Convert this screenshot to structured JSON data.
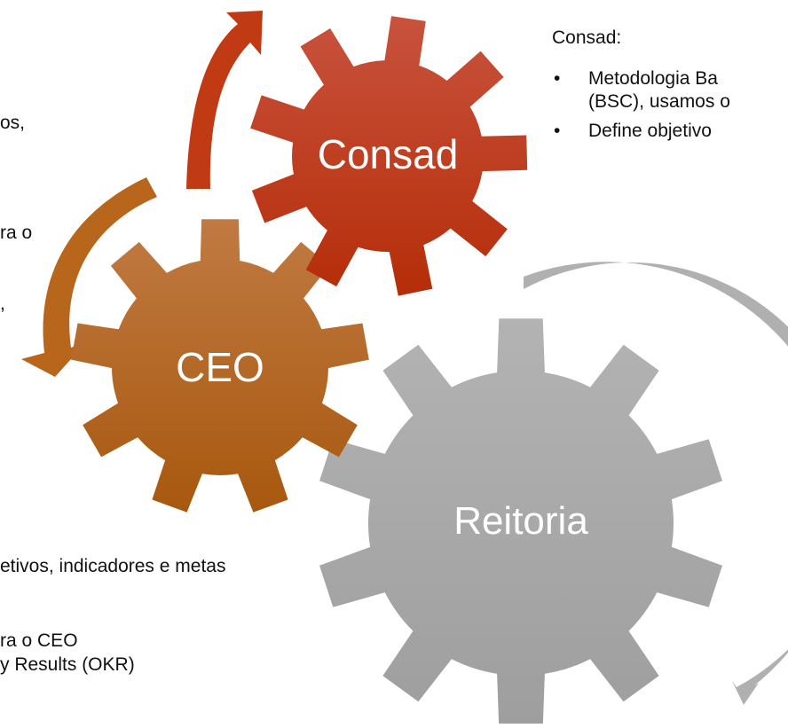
{
  "gears": {
    "consad": {
      "label": "Consad",
      "color_top": "#c8523d",
      "color_bottom": "#b52d08"
    },
    "ceo": {
      "label": "CEO",
      "color_top": "#c07a42",
      "color_bottom": "#a8580e"
    },
    "reitoria": {
      "label": "Reitoria",
      "color_top": "#b3b3b3",
      "color_bottom": "#9e9e9e"
    }
  },
  "consad_panel": {
    "heading": "Consad:",
    "bullets": [
      {
        "line1": "Metodologia Ba",
        "line2": "(BSC), usamos o"
      },
      {
        "line1": "Define objetivo",
        "line2": ""
      }
    ]
  },
  "left_panel": {
    "fragments": [
      "os,",
      "ra o",
      ","
    ]
  },
  "bottom_panel": {
    "lines": [
      "etivos, indicadores e metas",
      "ra o CEO",
      "y Results (OKR)"
    ]
  },
  "arrow_colors": {
    "red": "#c03a14",
    "orange": "#b8661c",
    "gray": "#b0b0b0"
  }
}
